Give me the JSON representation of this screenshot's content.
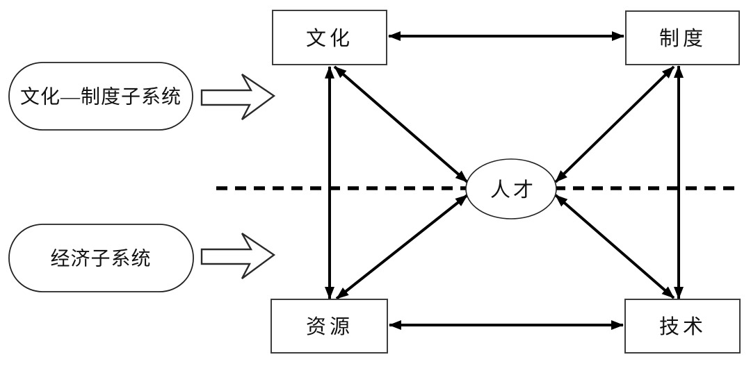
{
  "diagram": {
    "background_color": "#ffffff",
    "line_color": "#000000",
    "box_border_color": "#3c3c3c",
    "subsystems": {
      "culture_institution": {
        "label": "文化—制度子系统"
      },
      "economic": {
        "label": "经济子系统"
      }
    },
    "nodes": {
      "culture": {
        "label": "文化"
      },
      "institution": {
        "label": "制度"
      },
      "resources": {
        "label": "资源"
      },
      "technology": {
        "label": "技术"
      },
      "talent": {
        "label": "人才"
      }
    }
  }
}
